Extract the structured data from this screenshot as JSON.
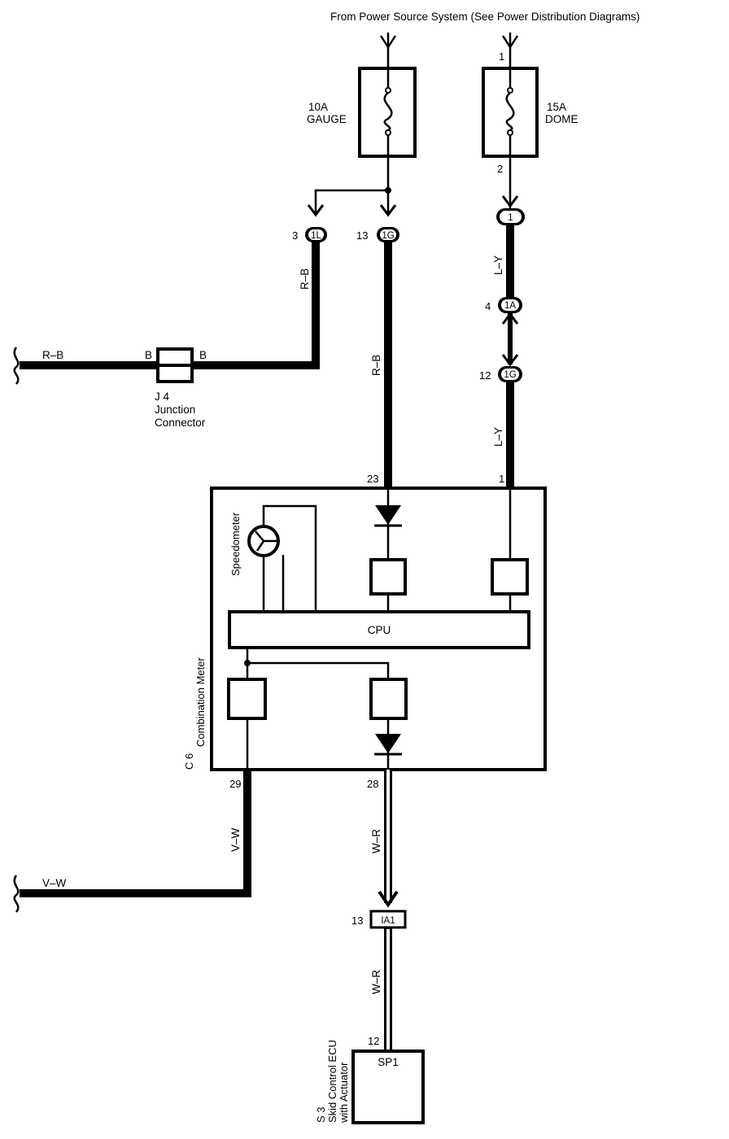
{
  "header": {
    "source_text": "From Power Source System (See Power Distribution Diagrams)"
  },
  "fuses": [
    {
      "rating": "10A",
      "name": "GAUGE"
    },
    {
      "rating": "15A",
      "name": "DOME",
      "pin_top": "1",
      "pin_bottom": "2"
    }
  ],
  "connectors": {
    "c1L": {
      "id": "1L",
      "pin": "3"
    },
    "c1G_top": {
      "id": "1G",
      "pin": "13"
    },
    "c1_dome": {
      "id": "1"
    },
    "c1A": {
      "id": "1A",
      "pin": "4"
    },
    "c1G_dome": {
      "id": "1G",
      "pin": "12"
    },
    "cIA1": {
      "id": "IA1",
      "pin": "13"
    }
  },
  "wires": {
    "rb_left": "R–B",
    "rb_vertical": "R–B",
    "rb_main": "R–B",
    "ly_upper": "L–Y",
    "ly_lower": "L–Y",
    "vw_vertical": "V–W",
    "vw_left": "V–W",
    "wr_upper": "W–R",
    "wr_lower": "W–R"
  },
  "junction": {
    "left_label": "B",
    "right_label": "B",
    "code": "J 4",
    "line1": "Junction",
    "line2": "Connector"
  },
  "meter": {
    "code": "C 6",
    "name": "Combination Meter",
    "speedometer": "Speedometer",
    "cpu": "CPU",
    "pin_rb": "23",
    "pin_ly": "1",
    "pin_vw": "29",
    "pin_wr": "28"
  },
  "ecu": {
    "code": "S 3",
    "name_line1": "Skid Control ECU",
    "name_line2": "with Actuator",
    "terminal": "SP1",
    "pin": "12"
  }
}
